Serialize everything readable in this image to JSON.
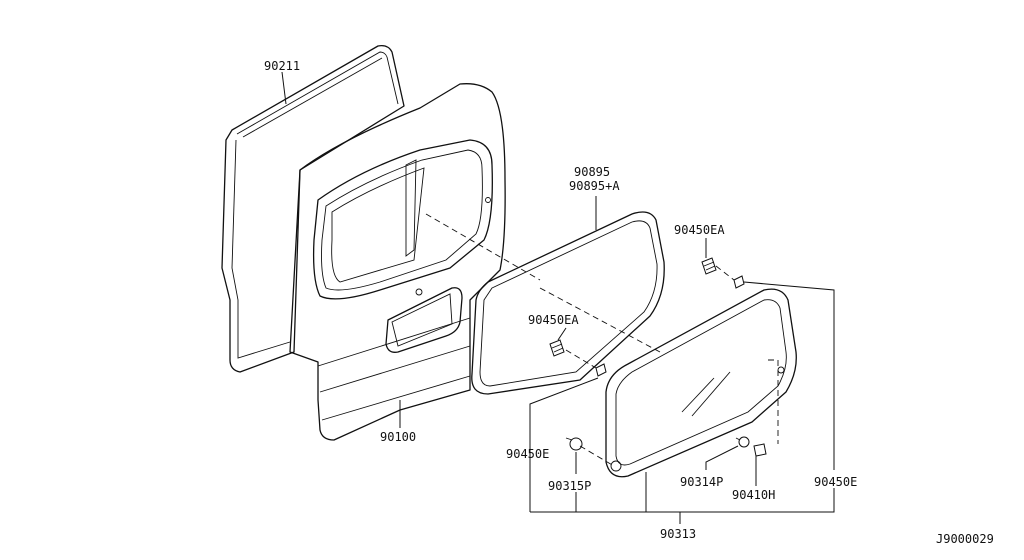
{
  "diagram_id": "J9000029",
  "parts": {
    "weatherstrip": "90211",
    "back_door_panel": "90100",
    "glass_seal": [
      "90895",
      "90895+A"
    ],
    "clip_upper": "90450EA",
    "clip_lower": "90450EA",
    "fastener_left": "90450E",
    "fastener_right": "90450E",
    "spacer_left": "90315P",
    "spacer_right": "90314P",
    "stud": "90410H",
    "back_window_glass": "90313"
  }
}
